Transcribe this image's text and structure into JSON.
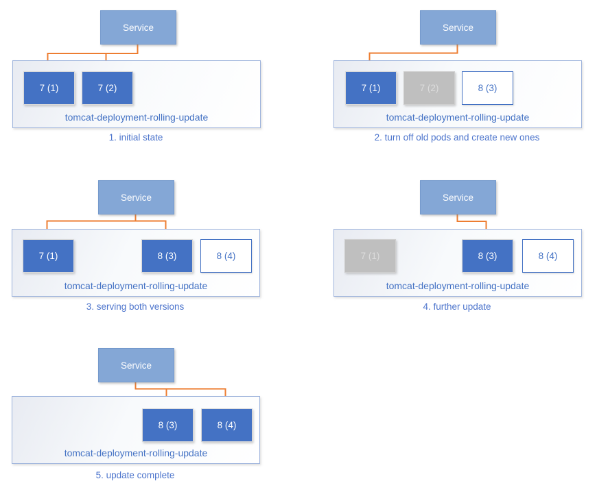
{
  "service_label": "Service",
  "deployment_label": "tomcat-deployment-rolling-update",
  "colors": {
    "service_fill": "#84A7D6",
    "service_border": "#7499CC",
    "service_text": "#FFFFFF",
    "pod_active_fill": "#4472C4",
    "pod_active_text": "#FFFFFF",
    "pod_off_fill": "#BFBFBF",
    "pod_off_text": "#DCDCDC",
    "pod_new_fill": "#FFFFFF",
    "pod_new_border": "#4472C4",
    "pod_new_text": "#4472C4",
    "deployment_border": "#9DB3DC",
    "deployment_label_text": "#4472C4",
    "caption_text": "#4C74CC",
    "arrow": "#ED7D31"
  },
  "panels": [
    {
      "caption": "1. initial state",
      "pods": [
        {
          "label": "7 (1)",
          "state": "active"
        },
        {
          "label": "7 (2)",
          "state": "active"
        }
      ]
    },
    {
      "caption": "2. turn off old pods and create new ones",
      "pods": [
        {
          "label": "7 (1)",
          "state": "active"
        },
        {
          "label": "7 (2)",
          "state": "off"
        },
        {
          "label": "8 (3)",
          "state": "new"
        }
      ]
    },
    {
      "caption": "3. serving both versions",
      "pods": [
        {
          "label": "7 (1)",
          "state": "active"
        },
        {
          "label": "8 (3)",
          "state": "active"
        },
        {
          "label": "8 (4)",
          "state": "new"
        }
      ]
    },
    {
      "caption": "4. further update",
      "pods": [
        {
          "label": "7 (1)",
          "state": "off"
        },
        {
          "label": "8 (3)",
          "state": "active"
        },
        {
          "label": "8 (4)",
          "state": "new"
        }
      ]
    },
    {
      "caption": "5. update complete",
      "pods": [
        {
          "label": "8 (3)",
          "state": "active"
        },
        {
          "label": "8 (4)",
          "state": "active"
        }
      ]
    }
  ]
}
